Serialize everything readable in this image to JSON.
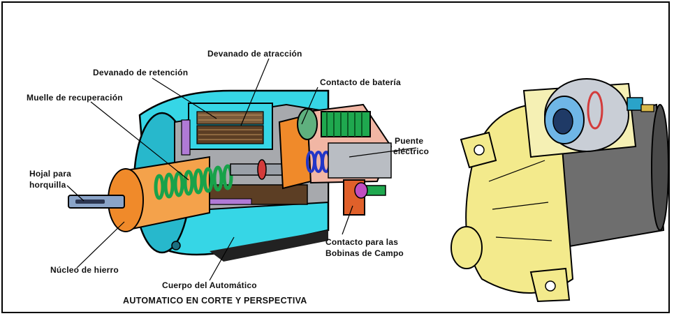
{
  "labels": {
    "devanado_atraccion": "Devanado de atracción",
    "devanado_retencion": "Devanado de retención",
    "muelle_recuperacion": "Muelle de recuperación",
    "contacto_bateria": "Contacto de batería",
    "puente_line1": "Puente",
    "puente_line2": "eléctrico",
    "hojal_line1": "Hojal para",
    "hojal_line2": "horquilla",
    "nucleo_hierro": "Núcleo de hierro",
    "cuerpo_automatico": "Cuerpo del Automático",
    "contacto_bobinas_line1": "Contacto para las",
    "contacto_bobinas_line2": "Bobinas de Campo"
  },
  "caption": "AUTOMATICO EN CORTE Y PERSPECTIVA"
}
